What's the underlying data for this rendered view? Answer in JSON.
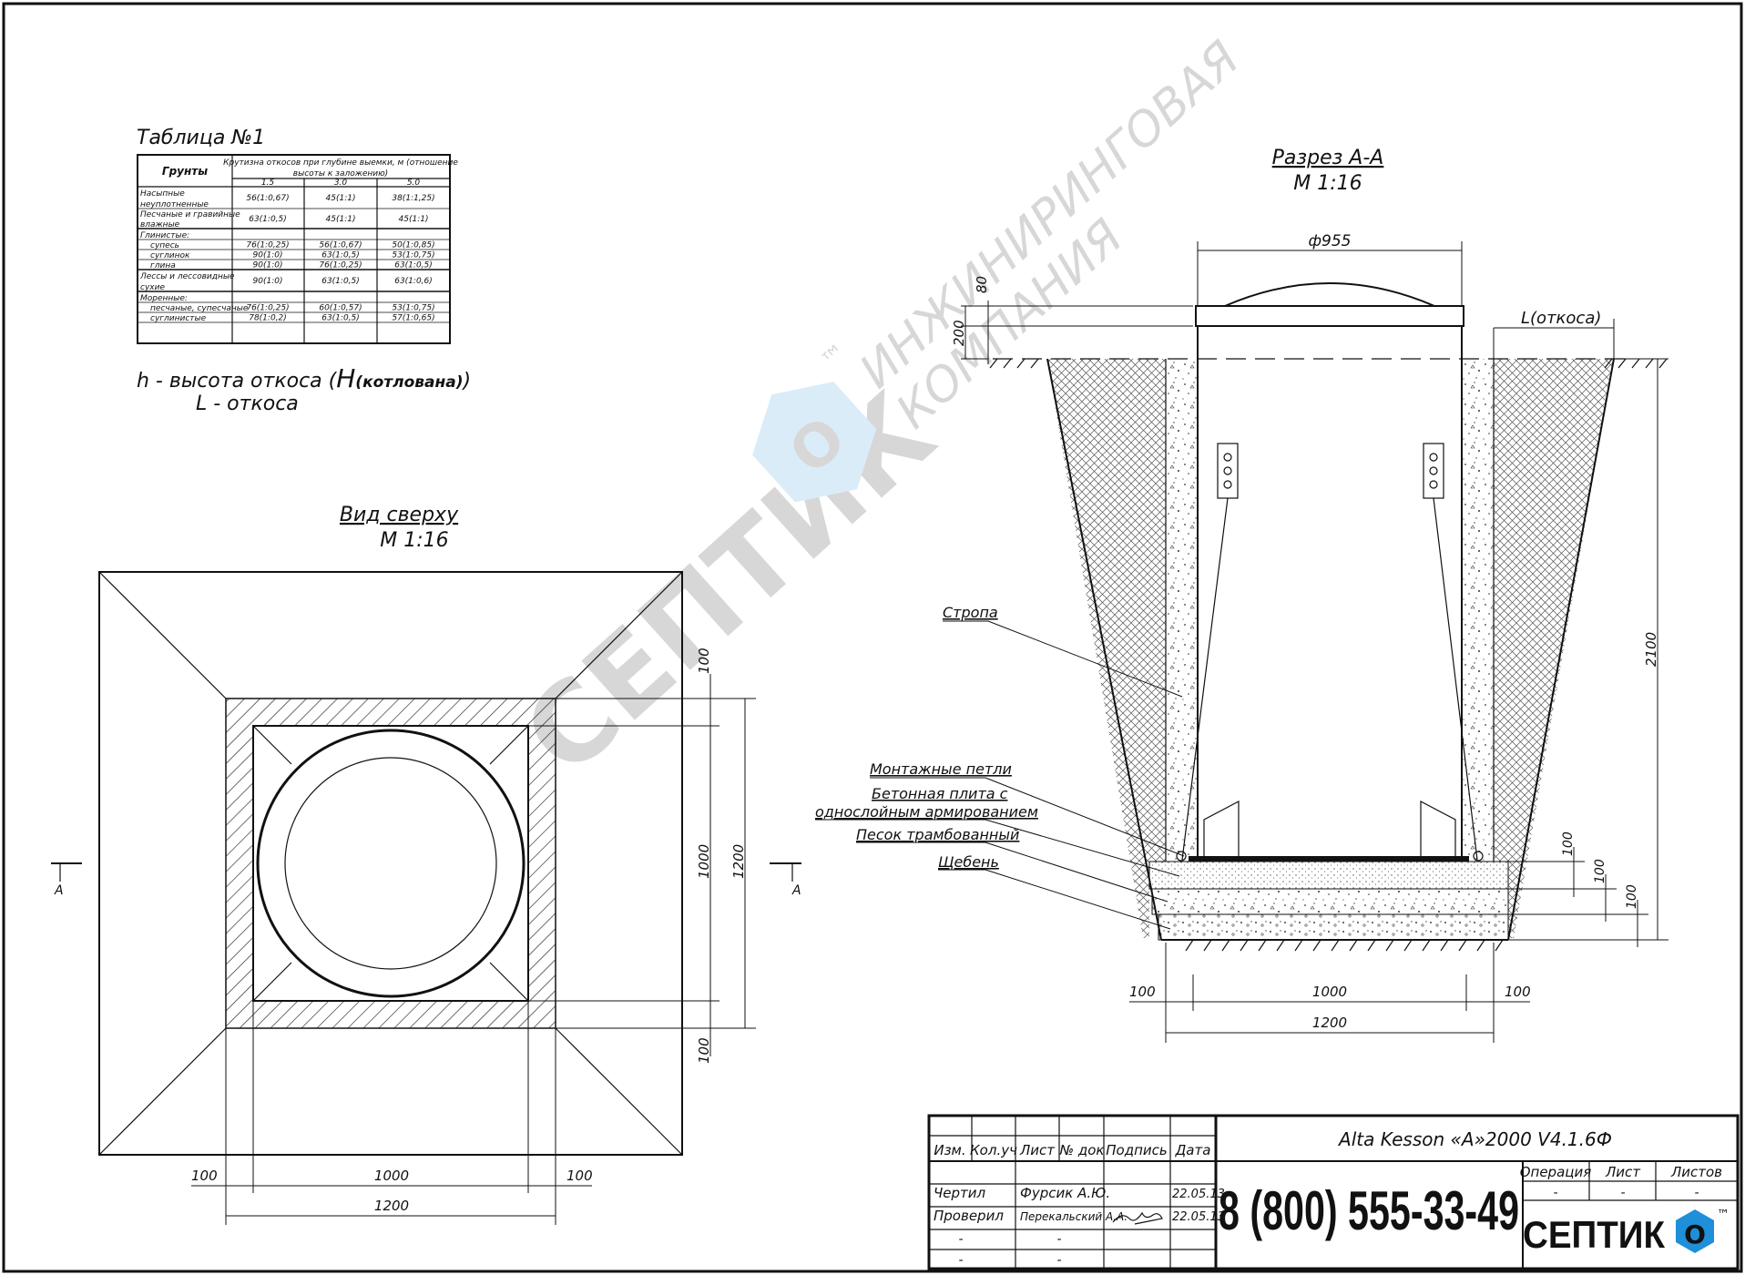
{
  "soil_table": {
    "title": "Таблица №1",
    "header_soil": "Грунты",
    "header_slope": "Крутизна откосов при глубине выемки, м (отношение",
    "header_slope2": "высоты к заложению)",
    "depths": [
      "1.5",
      "3.0",
      "5.0"
    ],
    "rows": [
      {
        "name": [
          "Насыпные",
          "неуплотненные"
        ],
        "v": [
          "56(1:0,67)",
          "45(1:1)",
          "38(1:1,25)"
        ]
      },
      {
        "name": [
          "Песчаные и гравийные",
          "влажные"
        ],
        "v": [
          "63(1:0,5)",
          "45(1:1)",
          "45(1:1)"
        ]
      },
      {
        "name": [
          "Глинистые:"
        ],
        "v": [
          "",
          "",
          ""
        ]
      },
      {
        "name": [
          "супесь"
        ],
        "v": [
          "76(1:0,25)",
          "56(1:0,67)",
          "50(1:0,85)"
        ]
      },
      {
        "name": [
          "суглинок"
        ],
        "v": [
          "90(1:0)",
          "63(1:0,5)",
          "53(1:0,75)"
        ]
      },
      {
        "name": [
          "глина"
        ],
        "v": [
          "90(1:0)",
          "76(1:0,25)",
          "63(1:0,5)"
        ]
      },
      {
        "name": [
          "Лессы и лессовидные",
          "сухие"
        ],
        "v": [
          "90(1:0)",
          "63(1:0,5)",
          "63(1:0,6)"
        ]
      },
      {
        "name": [
          "Моренные:"
        ],
        "v": [
          "",
          "",
          ""
        ]
      },
      {
        "name": [
          "песчаные, супесчаные"
        ],
        "v": [
          "76(1:0,25)",
          "60(1:0,57)",
          "53(1:0,75)"
        ]
      },
      {
        "name": [
          "суглинистые"
        ],
        "v": [
          "78(1:0,2)",
          "63(1:0,5)",
          "57(1:0,65)"
        ]
      }
    ]
  },
  "legend": {
    "h_prefix": "h - высота откоса (",
    "h_big": "Н",
    "h_sub": "(котлована)",
    "h_suffix": ")",
    "l_line": "L - откоса"
  },
  "top_view": {
    "title": "Вид сверху",
    "scale": "М 1:16",
    "section_mark": "А",
    "dims": {
      "d100a": "100",
      "d1000": "1000",
      "d100b": "100",
      "d1200": "1200"
    }
  },
  "section_view": {
    "title": "Разрез А-А",
    "scale": "М 1:16",
    "diameter": "ф955",
    "d80": "80",
    "d200": "200",
    "slope": "L(откоса)",
    "d2100": "2100",
    "d100": "100",
    "d1000": "1000",
    "d1200": "1200",
    "labels": {
      "sling": "Стропа",
      "loops": "Монтажные петли",
      "slab1": "Бетонная плита с",
      "slab2": "однослойным армированием",
      "sand": "Песок трамбованный",
      "gravel": "Щебень"
    }
  },
  "watermark": {
    "brand": "СЕПТИК",
    "o": "О",
    "tm": "™",
    "line1": "ИНЖИНИРИНГОВАЯ",
    "line2": "КОМПАНИЯ"
  },
  "title_block": {
    "cols": [
      "Изм.",
      "Кол.уч",
      "Лист",
      "№ док",
      "Подпись",
      "Дата"
    ],
    "drawn_label": "Чертил",
    "drawn_name": "Фурсик А.Ю.",
    "drawn_date": "22.05.13",
    "checked_label": "Проверил",
    "checked_name": "Перекальский А.А.",
    "checked_date": "22.05.13",
    "dash": "-",
    "product": "Alta Kesson «А»2000 V4.1.6Ф",
    "phone": "8 (800) 555-33-49",
    "op_cols": [
      "Операция",
      "Лист",
      "Листов"
    ],
    "op_vals": [
      "-",
      "-",
      "-"
    ],
    "logo_text": "СЕПТИК",
    "logo_o": "О",
    "logo_tm": "™",
    "colors": {
      "phone": "#e2231a",
      "logo_blue": "#1e8fd8"
    }
  }
}
